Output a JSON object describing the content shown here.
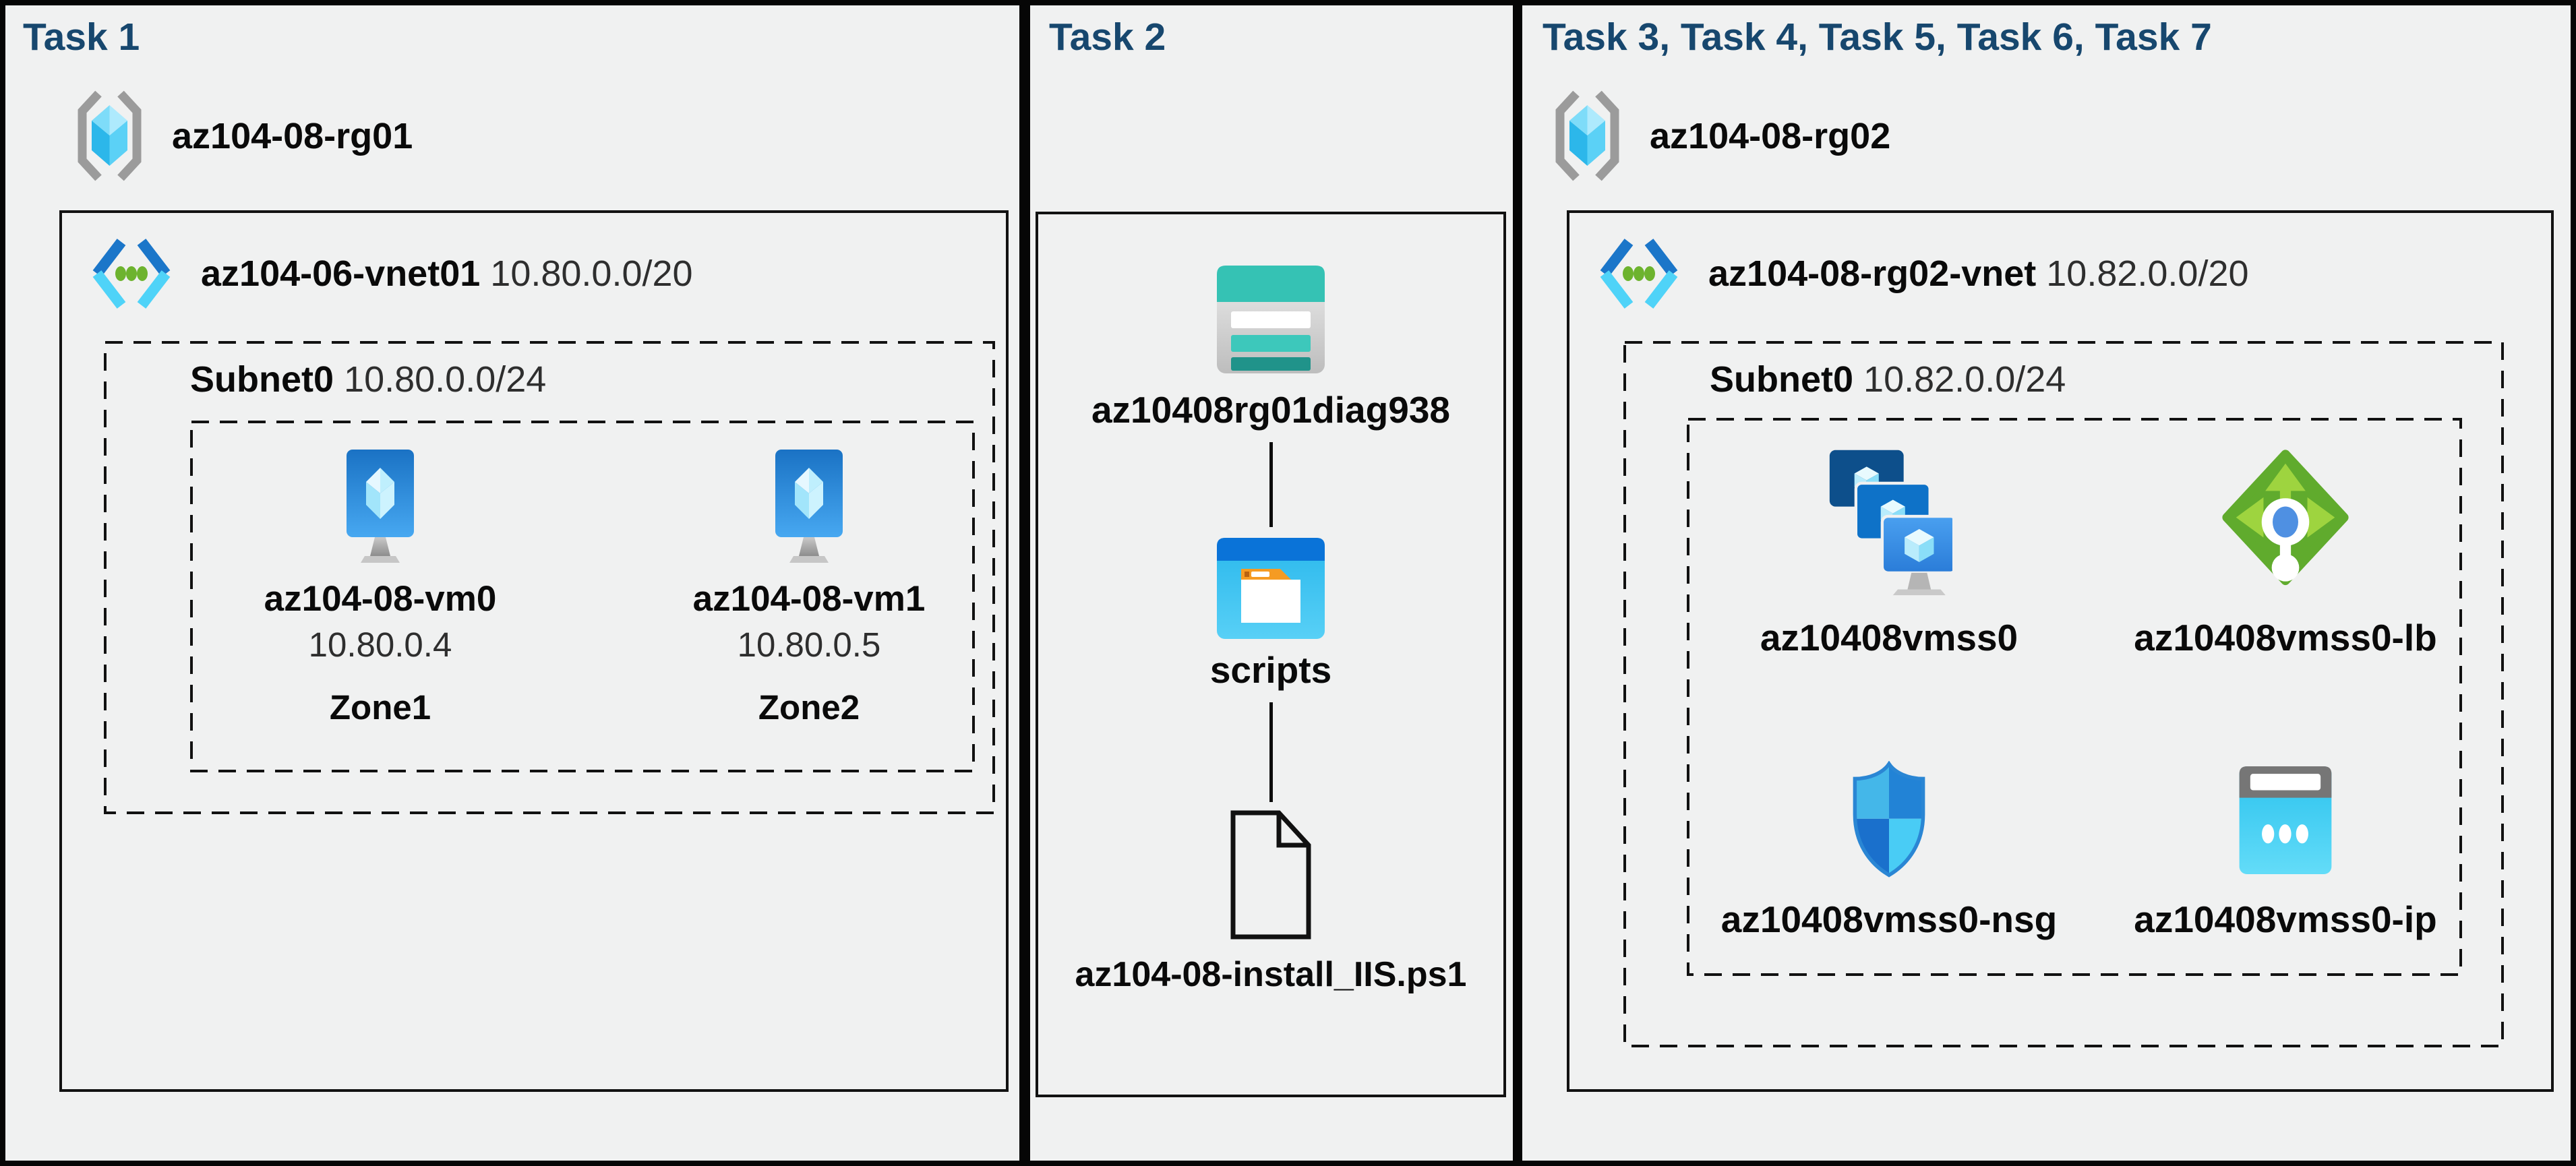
{
  "colors": {
    "title_blue": "#17476e",
    "panel_bg": "#f0f1f1",
    "page_bg": "#060606",
    "vm_blue": "#1a72c4",
    "vnet_dark": "#1b76c9",
    "vnet_cyan": "#4fd3f8",
    "vnet_green": "#6db32e",
    "storage_teal": "#35c2b4",
    "folder_orange": "#f59b23",
    "lb_green": "#60ab2d",
    "nsg_blue": "#1c80d2",
    "ip_cyan": "#2bc2ee"
  },
  "panels": {
    "task1": {
      "title": "Task 1",
      "resource_group": "az104-08-rg01",
      "vnet_name": "az104-06-vnet01",
      "vnet_cidr": "10.80.0.0/20",
      "subnet_name": "Subnet0",
      "subnet_cidr": "10.80.0.0/24",
      "vms": [
        {
          "name": "az104-08-vm0",
          "ip": "10.80.0.4",
          "zone": "Zone1"
        },
        {
          "name": "az104-08-vm1",
          "ip": "10.80.0.5",
          "zone": "Zone2"
        }
      ]
    },
    "task2": {
      "title": "Task 2",
      "storage_account": "az10408rg01diag938",
      "container": "scripts",
      "script_file": "az104-08-install_IIS.ps1"
    },
    "task3": {
      "title": "Task 3, Task 4, Task 5, Task 6, Task 7",
      "resource_group": "az104-08-rg02",
      "vnet_name": "az104-08-rg02-vnet",
      "vnet_cidr": "10.82.0.0/20",
      "subnet_name": "Subnet0",
      "subnet_cidr": "10.82.0.0/24",
      "resources": [
        {
          "name": "az10408vmss0",
          "type": "vm-scale-set"
        },
        {
          "name": "az10408vmss0-lb",
          "type": "load-balancer"
        },
        {
          "name": "az10408vmss0-nsg",
          "type": "network-security-group"
        },
        {
          "name": "az10408vmss0-ip",
          "type": "public-ip-address"
        }
      ]
    }
  }
}
